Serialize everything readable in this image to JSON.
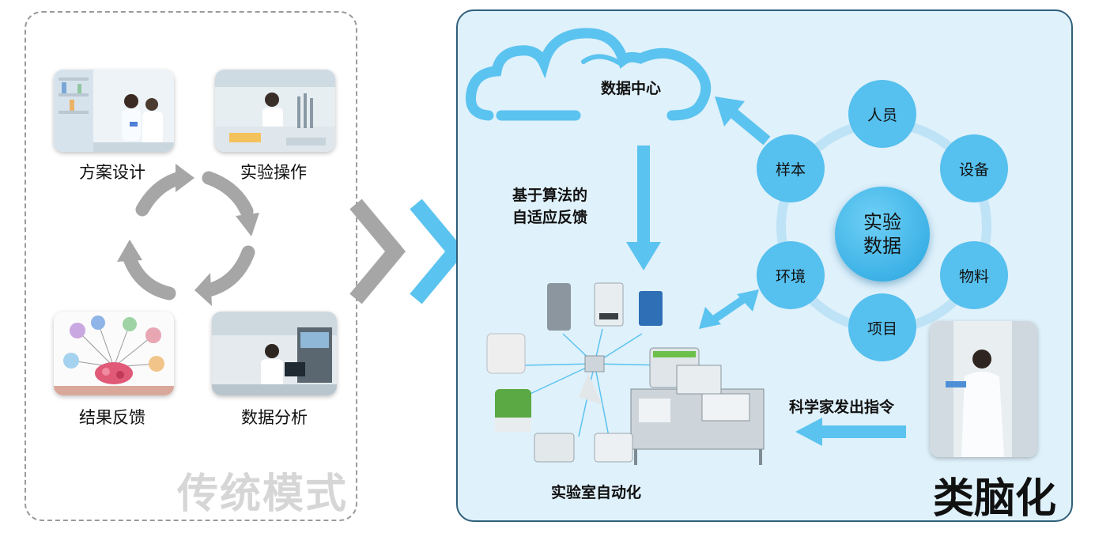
{
  "traditional": {
    "steps": [
      "方案设计",
      "实验操作",
      "结果反馈",
      "数据分析"
    ],
    "title": "传统模式"
  },
  "brain_like": {
    "cloud_label": "数据中心",
    "feedback_label_line1": "基于算法的",
    "feedback_label_line2": "自适应反馈",
    "center_line1": "实验",
    "center_line2": "数据",
    "nodes": [
      "人员",
      "设备",
      "物料",
      "项目",
      "环境",
      "样本"
    ],
    "lab_label": "实验室自动化",
    "scientist_label": "科学家发出指令",
    "title": "类脑化"
  },
  "colors": {
    "accent_blue": "#56c0ee",
    "arrow_blue": "#5bc3ef",
    "gray_arrow": "#a6a6a6",
    "panel_bg": "#dff1fb"
  }
}
